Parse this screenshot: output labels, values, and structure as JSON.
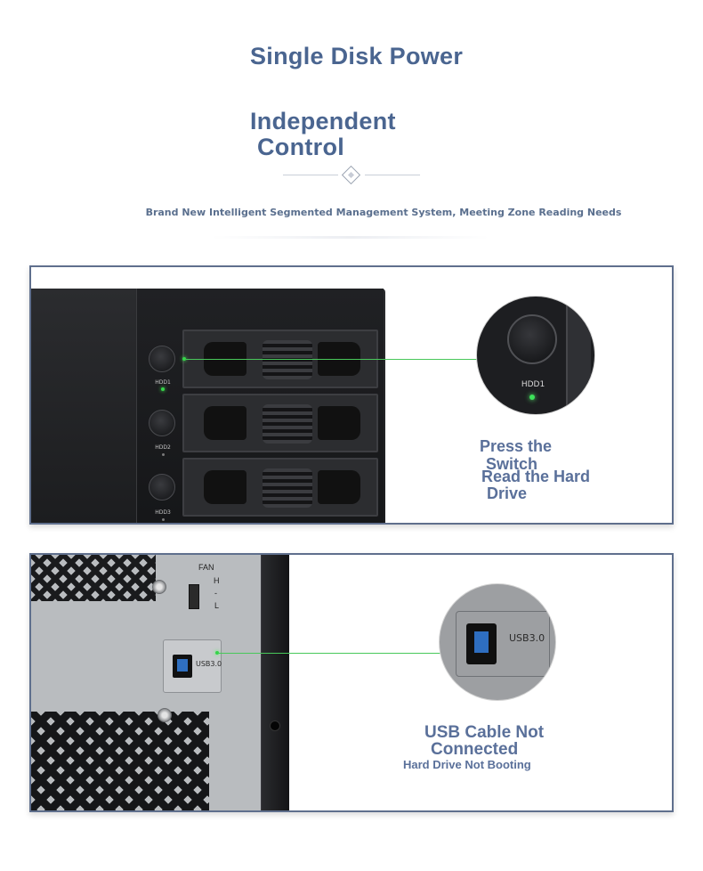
{
  "header": {
    "title": "Single Disk Power",
    "subtitle_line1": "Independent",
    "subtitle_line2": "Control",
    "tagline": "Brand New Intelligent Segmented Management System, Meeting Zone Reading Needs"
  },
  "panel1": {
    "bays": [
      {
        "label": "HDD1",
        "led": "on"
      },
      {
        "label": "HDD2",
        "led": "off"
      },
      {
        "label": "HDD3",
        "led": "off"
      }
    ],
    "zoom_label": "HDD1",
    "caption_line1": "Press the",
    "caption_line2": "Switch",
    "caption_line3": "Read the Hard",
    "caption_line4": "Drive"
  },
  "panel2": {
    "fan_label": "FAN",
    "fan_high": "H",
    "fan_mid": "-",
    "fan_low": "L",
    "usb_label": "USB3.0",
    "zoom_usb_label": "USB3.0",
    "caption_line1": "USB Cable Not",
    "caption_line2": "Connected",
    "caption_line3": "Hard Drive Not Booting"
  },
  "colors": {
    "heading": "#4a6590",
    "panel_border": "#5f6f8d",
    "indicator_green": "#3de25a",
    "usb_blue": "#2f6fc0"
  }
}
